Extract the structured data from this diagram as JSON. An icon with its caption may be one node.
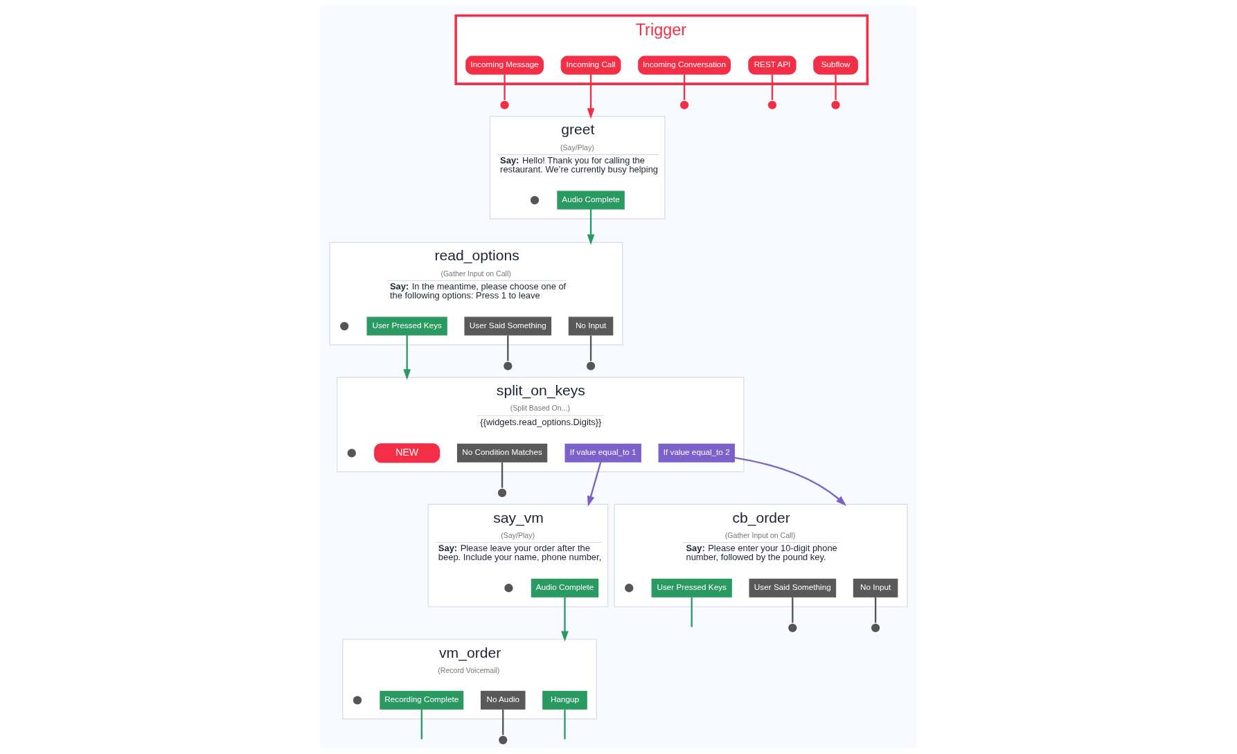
{
  "diagram": {
    "nodes": [
      {
        "text": [
          "Trigger"
        ]
      },
      {
        "text": [
          "Incoming Message"
        ],
        "in": 0
      },
      {
        "text": [
          "Incoming Call"
        ],
        "in": 0
      },
      {
        "text": [
          "Incoming Conversation"
        ],
        "in": 0
      },
      {
        "text": [
          "REST API"
        ],
        "in": 0
      },
      {
        "text": [
          "Subflow"
        ],
        "in": 0
      },
      {
        "text": [],
        "shape": "circle"
      },
      {
        "text": [],
        "shape": "circle"
      },
      {
        "text": [],
        "shape": "circle"
      },
      {
        "text": [],
        "shape": "circle"
      },
      {
        "text": [
          "greet",
          "(Say/Play)",
          "**Say:** Hello! Thank you for calling the restaurant. We’re currently busy helping"
        ]
      },
      {
        "text": [],
        "shape": "circle",
        "in": 10
      },
      {
        "text": [
          "Audio Complete"
        ],
        "in": 10
      },
      {
        "text": [
          "read_options",
          "(Gather Input on Call)",
          "**Say:** In the meantime, please choose one of the following options: Press 1 to leave"
        ]
      },
      {
        "text": [],
        "shape": "circle",
        "in": 13
      },
      {
        "text": [
          "User Pressed Keys"
        ],
        "in": 13
      },
      {
        "text": [
          "User Said Something"
        ],
        "in": 13
      },
      {
        "text": [
          "No Input"
        ],
        "in": 13
      },
      {
        "text": [],
        "shape": "circle"
      },
      {
        "text": [],
        "shape": "circle"
      },
      {
        "text": [
          "split_on_keys",
          "(Split Based On...)",
          "{{widgets.read_options.Digits}}"
        ]
      },
      {
        "text": [],
        "shape": "circle",
        "in": 20
      },
      {
        "text": [
          "No Condition Matches"
        ],
        "in": 20
      },
      {
        "text": [
          "If value equal_to 1"
        ],
        "in": 20
      },
      {
        "text": [
          "If value equal_to 2"
        ],
        "in": 20
      },
      {
        "text": [
          "NEW"
        ],
        "in": 20
      },
      {
        "text": [],
        "shape": "circle"
      },
      {
        "text": [
          "say_vm",
          "(Say/Play)",
          "**Say:** Please leave your order after the beep. Include your name, phone number,"
        ]
      },
      {
        "text": [],
        "shape": "circle",
        "in": 27
      },
      {
        "text": [
          "Audio Complete"
        ],
        "in": 27
      },
      {
        "text": [
          "vm_order",
          "(Record Voicemail)"
        ]
      },
      {
        "text": [],
        "shape": "circle",
        "in": 30
      },
      {
        "text": [
          "Recording Complete"
        ],
        "in": 30
      },
      {
        "text": [
          "No Audio"
        ],
        "in": 30
      },
      {
        "text": [
          "Hangup"
        ],
        "in": 30
      },
      {
        "text": [],
        "shape": "circle"
      },
      {
        "text": [
          "cb_order",
          "(Gather Input on Call)",
          "**Say:** Please enter your 10-digit phone number, followed by the pound key."
        ]
      },
      {
        "text": [],
        "shape": "circle",
        "in": 36
      },
      {
        "text": [
          "User Pressed Keys"
        ],
        "in": 36
      },
      {
        "text": [
          "User Said Something"
        ],
        "in": 36
      },
      {
        "text": [
          "No Input"
        ],
        "in": 36
      },
      {
        "text": [],
        "shape": "circle"
      },
      {
        "text": [],
        "shape": "circle"
      }
    ],
    "edges": [
      {
        "from": 1,
        "to": 6,
        "arrow": "none",
        "color": "#f22f46"
      },
      {
        "from": 2,
        "to": 10,
        "arrow": "to",
        "color": "#f22f46"
      },
      {
        "from": 3,
        "to": 7,
        "arrow": "none",
        "color": "#f22f46"
      },
      {
        "from": 4,
        "to": 8,
        "arrow": "none",
        "color": "#f22f46"
      },
      {
        "from": 5,
        "to": 9,
        "arrow": "none",
        "color": "#f22f46"
      },
      {
        "from": 12,
        "to": 13,
        "arrow": "to",
        "color": "#2b9a62"
      },
      {
        "from": 15,
        "to": 20,
        "arrow": "to",
        "color": "#2b9a62"
      },
      {
        "from": 16,
        "to": 18,
        "arrow": "none"
      },
      {
        "from": 17,
        "to": 19,
        "arrow": "none"
      },
      {
        "from": 22,
        "to": 26,
        "arrow": "none"
      },
      {
        "from": 23,
        "to": 27,
        "arrow": "to",
        "color": "#7b61c9"
      },
      {
        "from": 24,
        "to": 36,
        "arrow": "to",
        "color": "#7b61c9"
      },
      {
        "from": 29,
        "to": 30,
        "arrow": "to",
        "color": "#2b9a62"
      },
      {
        "from": 32,
        "to": null,
        "arrow": "none",
        "color": "#2b9a62"
      },
      {
        "from": 33,
        "to": 35,
        "arrow": "none"
      },
      {
        "from": 34,
        "to": null,
        "arrow": "none",
        "color": "#2b9a62"
      },
      {
        "from": 38,
        "to": null,
        "arrow": "none",
        "color": "#2b9a62"
      },
      {
        "from": 39,
        "to": 41,
        "arrow": "none"
      },
      {
        "from": 40,
        "to": 42,
        "arrow": "none"
      }
    ]
  }
}
